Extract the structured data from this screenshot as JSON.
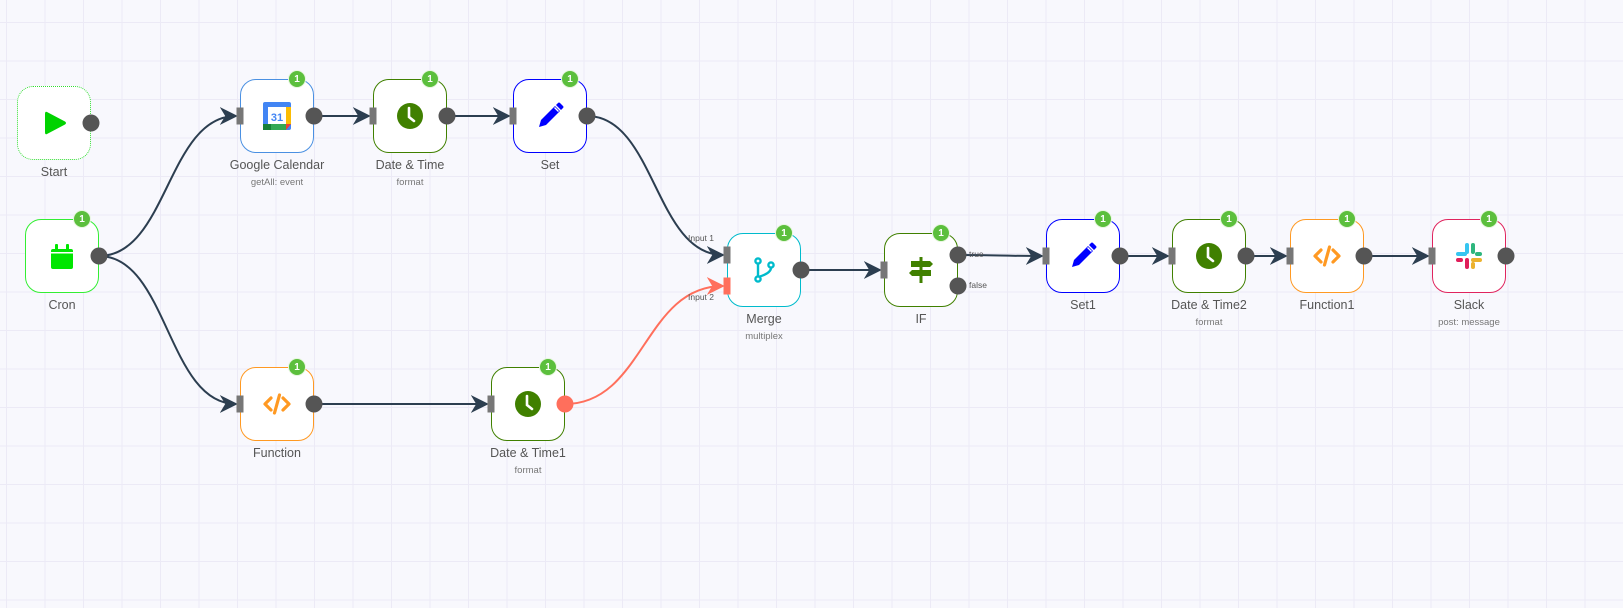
{
  "app": "n8n workflow editor",
  "colors": {
    "canvas_bg": "#f8f8fd",
    "grid": "#eceaf6",
    "edge": "#2c3e50",
    "edge_error": "#ff6f5c",
    "dot": "#555555",
    "badge": "#5cbf3d"
  },
  "nodes": [
    {
      "id": "start",
      "name": "Start",
      "subtitle": "",
      "icon": "play-icon",
      "border": "#33dd33",
      "dashed": true,
      "badge": "",
      "inputs": 0,
      "outputs": 1
    },
    {
      "id": "cron",
      "name": "Cron",
      "subtitle": "",
      "icon": "calendar-icon",
      "border": "#33ee33",
      "badge": "1",
      "inputs": 0,
      "outputs": 1
    },
    {
      "id": "gcal",
      "name": "Google Calendar",
      "subtitle": "getAll: event",
      "icon": "google-calendar-icon",
      "border": "#4a90e2",
      "badge": "1",
      "inputs": 1,
      "outputs": 1
    },
    {
      "id": "dt",
      "name": "Date & Time",
      "subtitle": "format",
      "icon": "clock-icon",
      "border": "#408000",
      "badge": "1",
      "inputs": 1,
      "outputs": 1
    },
    {
      "id": "set",
      "name": "Set",
      "subtitle": "",
      "icon": "pencil-icon",
      "border": "#0000ff",
      "badge": "1",
      "inputs": 1,
      "outputs": 1
    },
    {
      "id": "func",
      "name": "Function",
      "subtitle": "",
      "icon": "code-icon",
      "border": "#ff9922",
      "badge": "1",
      "inputs": 1,
      "outputs": 1
    },
    {
      "id": "dt1",
      "name": "Date & Time1",
      "subtitle": "format",
      "icon": "clock-icon",
      "border": "#408000",
      "badge": "1",
      "inputs": 1,
      "outputs": 1,
      "output_color": "#ff6f5c"
    },
    {
      "id": "merge",
      "name": "Merge",
      "subtitle": "multiplex",
      "icon": "merge-branch-icon",
      "border": "#00bbcc",
      "badge": "1",
      "inputs": 2,
      "outputs": 1,
      "input_labels": [
        "Input 1",
        "Input 2"
      ]
    },
    {
      "id": "if",
      "name": "IF",
      "subtitle": "",
      "icon": "signpost-icon",
      "border": "#408000",
      "badge": "1",
      "inputs": 1,
      "outputs": 2,
      "output_labels": [
        "true",
        "false"
      ]
    },
    {
      "id": "set1",
      "name": "Set1",
      "subtitle": "",
      "icon": "pencil-icon",
      "border": "#0000ff",
      "badge": "1",
      "inputs": 1,
      "outputs": 1
    },
    {
      "id": "dt2",
      "name": "Date & Time2",
      "subtitle": "format",
      "icon": "clock-icon",
      "border": "#408000",
      "badge": "1",
      "inputs": 1,
      "outputs": 1
    },
    {
      "id": "func1",
      "name": "Function1",
      "subtitle": "",
      "icon": "code-icon",
      "border": "#ff9922",
      "badge": "1",
      "inputs": 1,
      "outputs": 1
    },
    {
      "id": "slack",
      "name": "Slack",
      "subtitle": "post: message",
      "icon": "slack-icon",
      "border": "#e0245e",
      "badge": "1",
      "inputs": 1,
      "outputs": 1
    }
  ],
  "connections": [
    {
      "from": "cron",
      "to": "gcal"
    },
    {
      "from": "cron",
      "to": "func"
    },
    {
      "from": "gcal",
      "to": "dt"
    },
    {
      "from": "dt",
      "to": "set"
    },
    {
      "from": "set",
      "to": "merge",
      "input": 0
    },
    {
      "from": "func",
      "to": "dt1"
    },
    {
      "from": "dt1",
      "to": "merge",
      "input": 1,
      "status": "error"
    },
    {
      "from": "merge",
      "to": "if"
    },
    {
      "from": "if",
      "output": 0,
      "to": "set1"
    },
    {
      "from": "set1",
      "to": "dt2"
    },
    {
      "from": "dt2",
      "to": "func1"
    },
    {
      "from": "func1",
      "to": "slack"
    }
  ]
}
